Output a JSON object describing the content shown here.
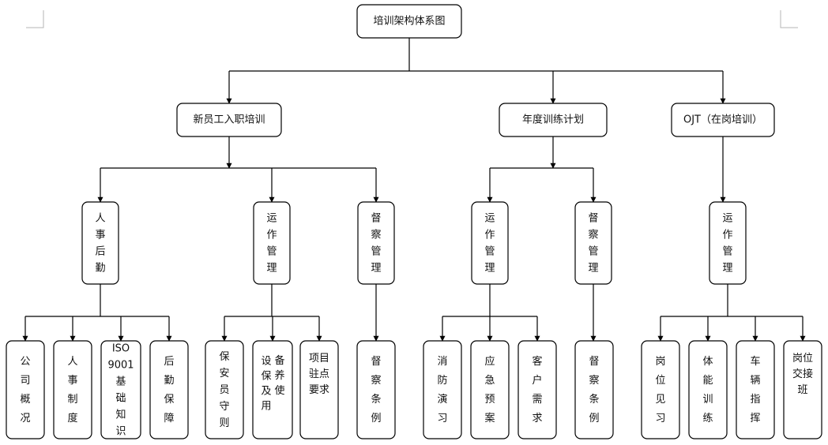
{
  "diagram": {
    "root": "培训架构体系图",
    "categories": [
      {
        "label": "新员工入职培训",
        "groups": [
          {
            "label": "人事后勤",
            "items": [
              "公司概况",
              "人事制度",
              "ISO 9001 基础知识",
              "后勤保障"
            ]
          },
          {
            "label": "运作管理",
            "items": [
              "保安员守则",
              "设备保养使用",
              "项目驻点要求"
            ]
          },
          {
            "label": "督察管理",
            "items": [
              "督察条例"
            ]
          }
        ]
      },
      {
        "label": "年度训练计划",
        "groups": [
          {
            "label": "运作管理",
            "items": [
              "消防演习",
              "应急预案",
              "客户需求"
            ]
          },
          {
            "label": "督察管理",
            "items": [
              "督察条例"
            ]
          }
        ]
      },
      {
        "label": "OJT（在岗培训）",
        "groups": [
          {
            "label": "运作管理",
            "items": [
              "岗位见习",
              "体能训练",
              "车辆指挥",
              "岗位交接班"
            ]
          }
        ]
      }
    ]
  }
}
